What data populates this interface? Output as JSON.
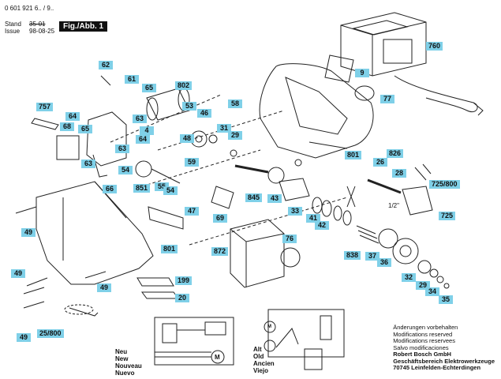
{
  "header": {
    "doc_number": "0 601 921 6.. / 9..",
    "stand_label": "Stand",
    "issue_label": "Issue",
    "stand_old_date": "35-01",
    "issue_date": "98-08-25",
    "figure_label": "Fig./Abb. 1"
  },
  "callouts": [
    {
      "id": "c-760",
      "label": "760"
    },
    {
      "id": "c-9",
      "label": "9"
    },
    {
      "id": "c-77",
      "label": "77"
    },
    {
      "id": "c-62",
      "label": "62"
    },
    {
      "id": "c-61",
      "label": "61"
    },
    {
      "id": "c-65a",
      "label": "65"
    },
    {
      "id": "c-802",
      "label": "802"
    },
    {
      "id": "c-53",
      "label": "53"
    },
    {
      "id": "c-757",
      "label": "757"
    },
    {
      "id": "c-64a",
      "label": "64"
    },
    {
      "id": "c-63a",
      "label": "63"
    },
    {
      "id": "c-46",
      "label": "46"
    },
    {
      "id": "c-58",
      "label": "58"
    },
    {
      "id": "c-68",
      "label": "68"
    },
    {
      "id": "c-65b",
      "label": "65"
    },
    {
      "id": "c-4",
      "label": "4"
    },
    {
      "id": "c-31",
      "label": "31"
    },
    {
      "id": "c-48",
      "label": "48"
    },
    {
      "id": "c-29",
      "label": "29"
    },
    {
      "id": "c-64b",
      "label": "64"
    },
    {
      "id": "c-63b",
      "label": "63"
    },
    {
      "id": "c-54a",
      "label": "54"
    },
    {
      "id": "c-801a",
      "label": "801"
    },
    {
      "id": "c-826",
      "label": "826"
    },
    {
      "id": "c-26",
      "label": "26"
    },
    {
      "id": "c-28",
      "label": "28"
    },
    {
      "id": "c-63c",
      "label": "63"
    },
    {
      "id": "c-59",
      "label": "59"
    },
    {
      "id": "c-66",
      "label": "66"
    },
    {
      "id": "c-851",
      "label": "851"
    },
    {
      "id": "c-55",
      "label": "55"
    },
    {
      "id": "c-54b",
      "label": "54"
    },
    {
      "id": "c-845",
      "label": "845"
    },
    {
      "id": "c-43",
      "label": "43"
    },
    {
      "id": "c-725-800",
      "label": "725/800"
    },
    {
      "id": "c-47",
      "label": "47"
    },
    {
      "id": "c-33",
      "label": "33"
    },
    {
      "id": "c-41",
      "label": "41"
    },
    {
      "id": "c-42",
      "label": "42"
    },
    {
      "id": "c-725",
      "label": "725"
    },
    {
      "id": "c-49a",
      "label": "49"
    },
    {
      "id": "c-69",
      "label": "69"
    },
    {
      "id": "c-76",
      "label": "76"
    },
    {
      "id": "c-872",
      "label": "872"
    },
    {
      "id": "c-801b",
      "label": "801"
    },
    {
      "id": "c-838",
      "label": "838"
    },
    {
      "id": "c-37",
      "label": "37"
    },
    {
      "id": "c-36",
      "label": "36"
    },
    {
      "id": "c-49b",
      "label": "49"
    },
    {
      "id": "c-199",
      "label": "199"
    },
    {
      "id": "c-49c",
      "label": "49"
    },
    {
      "id": "c-32",
      "label": "32"
    },
    {
      "id": "c-29b",
      "label": "29"
    },
    {
      "id": "c-34",
      "label": "34"
    },
    {
      "id": "c-20",
      "label": "20"
    },
    {
      "id": "c-35",
      "label": "35"
    },
    {
      "id": "c-25-800",
      "label": "25/800"
    },
    {
      "id": "c-49d",
      "label": "49"
    }
  ],
  "chuck_size_label": "1/2\"",
  "legend": {
    "new_labels": [
      "Neu",
      "New",
      "Nouveau",
      "Nuevo"
    ],
    "old_labels": [
      "Alt",
      "Old",
      "Ancien",
      "Viejo"
    ],
    "new_motor_letter": "M",
    "old_motor_letter": "M"
  },
  "notes": [
    "Änderungen vorbehalten",
    "Modifications reserved",
    "Modifications reservees",
    "Salvo modificaciones"
  ],
  "company": [
    "Robert Bosch GmbH",
    "Geschäftsbereich Elektrowerkzeuge",
    "70745 Leinfelden-Echterdingen"
  ],
  "colors": {
    "callout_bg": "#7fd0e8",
    "line": "#222222"
  }
}
